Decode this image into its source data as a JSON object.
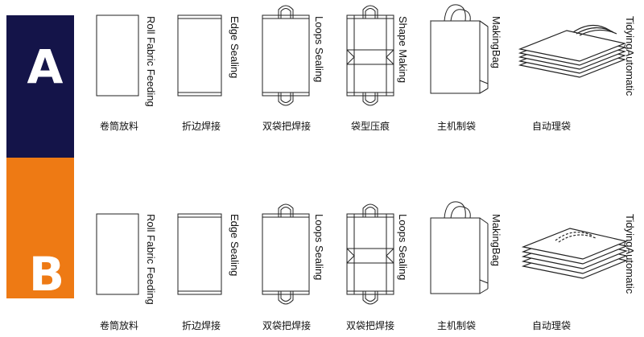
{
  "colors": {
    "band_a": "#141449",
    "band_b": "#ee7a14",
    "line": "#222222",
    "text": "#111111"
  },
  "rows": [
    {
      "letter": "A",
      "steps": [
        {
          "label": "Roll Fabric Feeding",
          "caption": "卷筒放料",
          "icon": "plain-sheet-icon"
        },
        {
          "label": "Edge Sealing",
          "caption": "折边焊接",
          "icon": "edge-sealed-sheet-icon"
        },
        {
          "label": "Loops Sealing",
          "caption": "双袋把焊接",
          "icon": "loops-sheet-icon"
        },
        {
          "label": "Shape Making",
          "caption": "袋型压痕",
          "icon": "shape-crease-icon"
        },
        {
          "label": "MakingBag",
          "caption": "主机制袋",
          "icon": "shopping-bag-icon"
        },
        {
          "label": "TidyingAutomatic",
          "caption": "自动理袋",
          "icon": "bag-stack-icon"
        }
      ]
    },
    {
      "letter": "B",
      "steps": [
        {
          "label": "Roll Fabric Feeding",
          "caption": "卷筒放料",
          "icon": "plain-sheet-icon"
        },
        {
          "label": "Edge Sealing",
          "caption": "折边焊接",
          "icon": "edge-sealed-sheet-icon"
        },
        {
          "label": "Loops Sealing",
          "caption": "双袋把焊接",
          "icon": "loops-sheet-icon"
        },
        {
          "label": "Loops Sealing",
          "caption": "双袋把焊接",
          "icon": "shape-crease-icon"
        },
        {
          "label": "MakingBag",
          "caption": "主机制袋",
          "icon": "shopping-bag-icon"
        },
        {
          "label": "TidyingAutomatic",
          "caption": "自动理袋",
          "icon": "bag-stack-icon"
        }
      ]
    }
  ]
}
